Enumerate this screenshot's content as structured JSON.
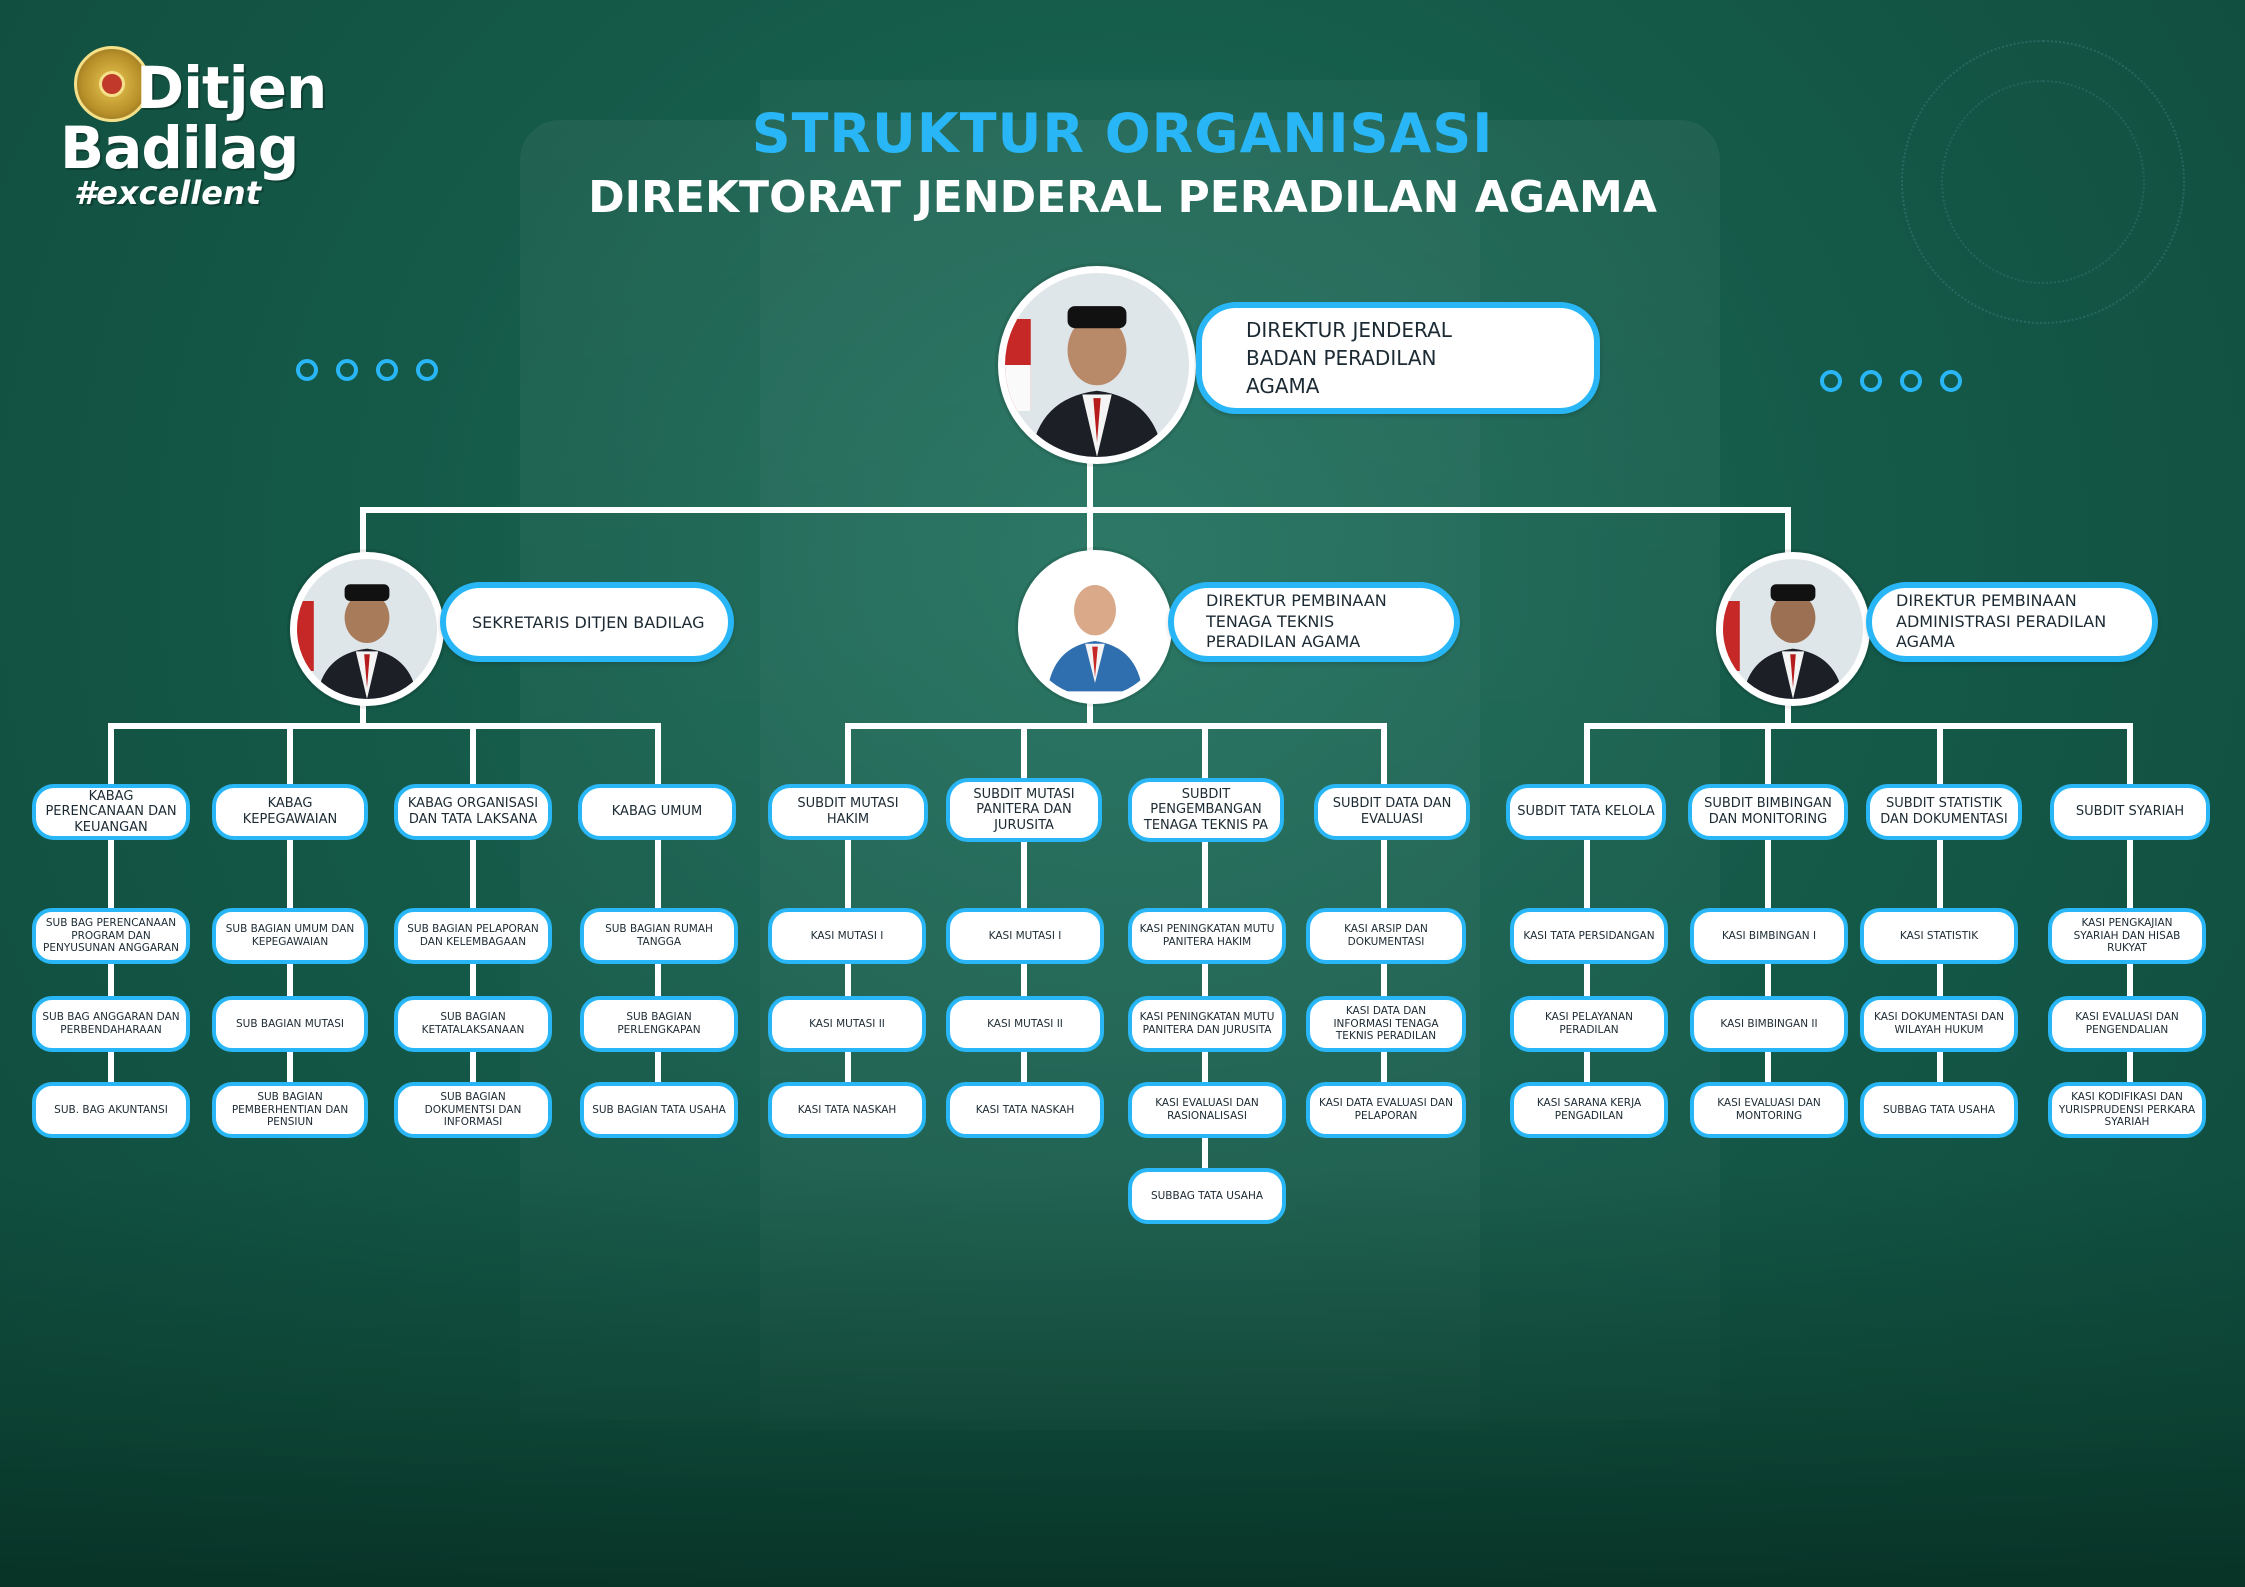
{
  "logo": {
    "line1": "Ditjen",
    "line2": "Badilag",
    "line3": "#excellent"
  },
  "title": {
    "line1": "STRUKTUR ORGANISASI",
    "line2": "DIREKTORAT JENDERAL PERADILAN AGAMA"
  },
  "colors": {
    "accent": "#29b6f6",
    "background": "#155a49",
    "box_fill": "#ffffff",
    "connector": "#ffffff"
  },
  "icons": {
    "logo_emblem": "court-emblem-icon",
    "placeholder_person": "person-silhouette-icon"
  },
  "top": {
    "label": "DIREKTUR JENDERAL BADAN PERADILAN AGAMA"
  },
  "directors": [
    {
      "label": "SEKRETARIS DITJEN BADILAG",
      "units": [
        {
          "label": "KABAG PERENCANAAN DAN KEUANGAN",
          "children": [
            "SUB BAG PERENCANAAN PROGRAM DAN PENYUSUNAN ANGGARAN",
            "SUB BAG ANGGARAN DAN PERBENDAHARAAN",
            "SUB. BAG AKUNTANSI"
          ]
        },
        {
          "label": "KABAG KEPEGAWAIAN",
          "children": [
            "SUB BAGIAN UMUM DAN KEPEGAWAIAN",
            "SUB BAGIAN MUTASI",
            "SUB BAGIAN PEMBERHENTIAN DAN PENSIUN"
          ]
        },
        {
          "label": "KABAG ORGANISASI DAN TATA LAKSANA",
          "children": [
            "SUB BAGIAN PELAPORAN DAN KELEMBAGAAN",
            "SUB BAGIAN KETATALAKSANAAN",
            "SUB BAGIAN DOKUMENTSI DAN INFORMASI"
          ]
        },
        {
          "label": "KABAG UMUM",
          "children": [
            "SUB BAGIAN RUMAH TANGGA",
            "SUB BAGIAN PERLENGKAPAN",
            "SUB BAGIAN TATA USAHA"
          ]
        }
      ]
    },
    {
      "label": "DIREKTUR PEMBINAAN TENAGA TEKNIS PERADILAN AGAMA",
      "units": [
        {
          "label": "SUBDIT MUTASI HAKIM",
          "children": [
            "KASI MUTASI I",
            "KASI MUTASI II",
            "KASI TATA NASKAH"
          ]
        },
        {
          "label": "SUBDIT MUTASI PANITERA DAN JURUSITA",
          "children": [
            "KASI MUTASI I",
            "KASI MUTASI II",
            "KASI TATA NASKAH"
          ]
        },
        {
          "label": "SUBDIT PENGEMBANGAN TENAGA TEKNIS PA",
          "children": [
            "KASI PENINGKATAN MUTU PANITERA HAKIM",
            "KASI PENINGKATAN MUTU PANITERA DAN JURUSITA",
            "KASI EVALUASI DAN RASIONALISASI",
            "SUBBAG TATA USAHA"
          ]
        },
        {
          "label": "SUBDIT DATA DAN EVALUASI",
          "children": [
            "KASI ARSIP DAN DOKUMENTASI",
            "KASI DATA DAN INFORMASI TENAGA TEKNIS PERADILAN",
            "KASI DATA EVALUASI DAN PELAPORAN"
          ]
        }
      ]
    },
    {
      "label": "DIREKTUR PEMBINAAN ADMINISTRASI PERADILAN AGAMA",
      "units": [
        {
          "label": "SUBDIT TATA KELOLA",
          "children": [
            "KASI TATA PERSIDANGAN",
            "KASI PELAYANAN PERADILAN",
            "KASI SARANA KERJA PENGADILAN"
          ]
        },
        {
          "label": "SUBDIT  BIMBINGAN DAN MONITORING",
          "children": [
            "KASI BIMBINGAN I",
            "KASI BIMBINGAN II",
            "KASI EVALUASI DAN MONTORING"
          ]
        },
        {
          "label": "SUBDIT  STATISTIK DAN DOKUMENTASI",
          "children": [
            "KASI STATISTIK",
            "KASI DOKUMENTASI DAN WILAYAH HUKUM",
            "SUBBAG TATA USAHA"
          ]
        },
        {
          "label": "SUBDIT  SYARIAH",
          "children": [
            "KASI PENGKAJIAN SYARIAH DAN HISAB RUKYAT",
            "KASI EVALUASI DAN PENGENDALIAN",
            "KASI KODIFIKASI DAN YURISPRUDENSI PERKARA SYARIAH"
          ]
        }
      ]
    }
  ]
}
